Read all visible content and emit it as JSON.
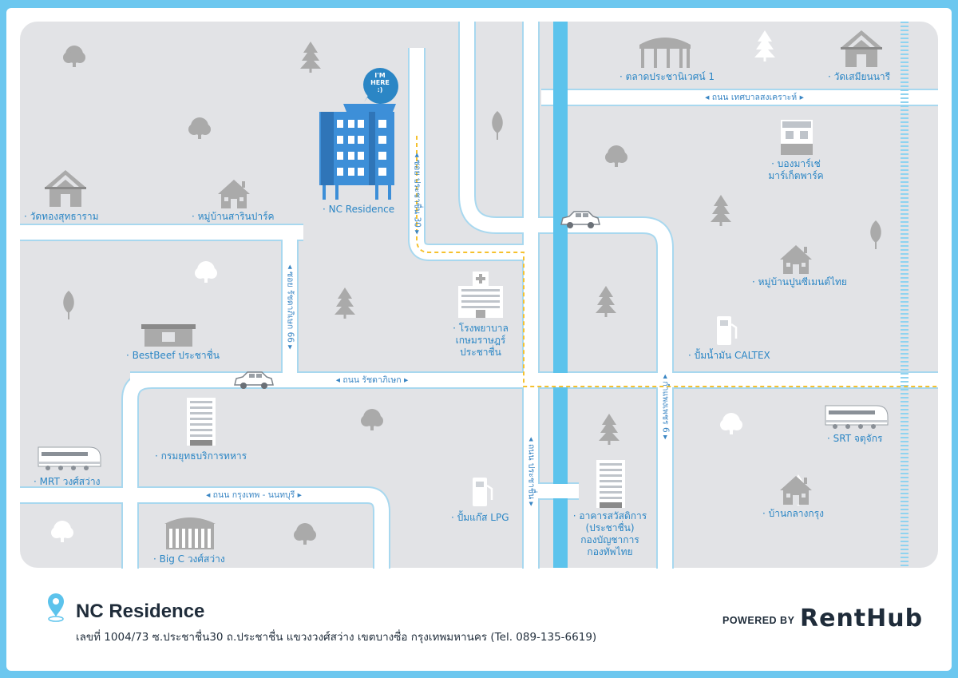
{
  "colors": {
    "border": "#6cc7ef",
    "block": "#e2e3e6",
    "road": "#ffffff",
    "road_edge": "#a8d8ef",
    "canal": "#5cc3ec",
    "route": "#f5c12e",
    "icon_gray": "#aaaaaa",
    "label_blue": "#2b86c5",
    "building_blue": "#3d8fd8"
  },
  "pin_bubble": {
    "line1": "I'M",
    "line2": "HERE",
    "line3": ":)"
  },
  "places": {
    "nc_residence": "· NC Residence",
    "wat_thong": "· วัดทองสุทธาราม",
    "mooban_sarin": "· หมู่บ้านสารินปาร์ค",
    "talad": "· ตลาดประชานิเวศน์ 1",
    "wat_samian": "· วัดเสมียนนารี",
    "bong_marche_1": "· บองมาร์เช่",
    "bong_marche_2": "มาร์เก็ตพาร์ค",
    "mooban_poon": "· หมู่บ้านปูนซีเมนต์ไทย",
    "caltex": "· ปั้มน้ำมัน CALTEX",
    "hospital_1": "· โรงพยาบาล",
    "hospital_2": "เกษมราษฎร์",
    "hospital_3": "ประชาชื่น",
    "bestbeef": "· BestBeef ประชาชื่น",
    "military": "· กรมยุทธบริการทหาร",
    "mrt": "· MRT วงศ์สว่าง",
    "srt": "· SRT จตุจักร",
    "lpg": "· ปั้มแก๊ส LPG",
    "welfare_1": "· อาคารสวัสดิการ",
    "welfare_2": "(ประชาชื่น)",
    "welfare_3": "กองบัญชาการ",
    "welfare_4": "กองทัพไทย",
    "bigc": "· Big C วงศ์สว่าง",
    "ban_klang": "· บ้านกลางกรุง"
  },
  "roads": {
    "thesaban": "◂ ถนน เทศบาลสงเคราะห์ ▸",
    "ratchada": "◂ ถนน รัชดาภิเษก ▸",
    "krungthep": "◂ ถนน กรุงเทพ - นนทบุรี ▸",
    "soi_prachachuen": "◂ ซอย ประชาชื่น 30 ▸",
    "soi_ratchada": "◂ ซอย รัชดาภิเษก 66 ▸",
    "prachachuen": "◂ ถนน ประชาชื่น ▸",
    "kamphaeng": "◂ กำแพงเพชร 6 ▸"
  },
  "footer": {
    "title": "NC Residence",
    "address": "เลขที่ 1004/73 ซ.ประชาชื่น30 ถ.ประชาชื่น แขวงวงศ์สว่าง เขตบางซื่อ กรุงเทพมหานคร (Tel. 089-135-6619)",
    "powered_by": "POWERED BY",
    "brand": "RentHub"
  }
}
